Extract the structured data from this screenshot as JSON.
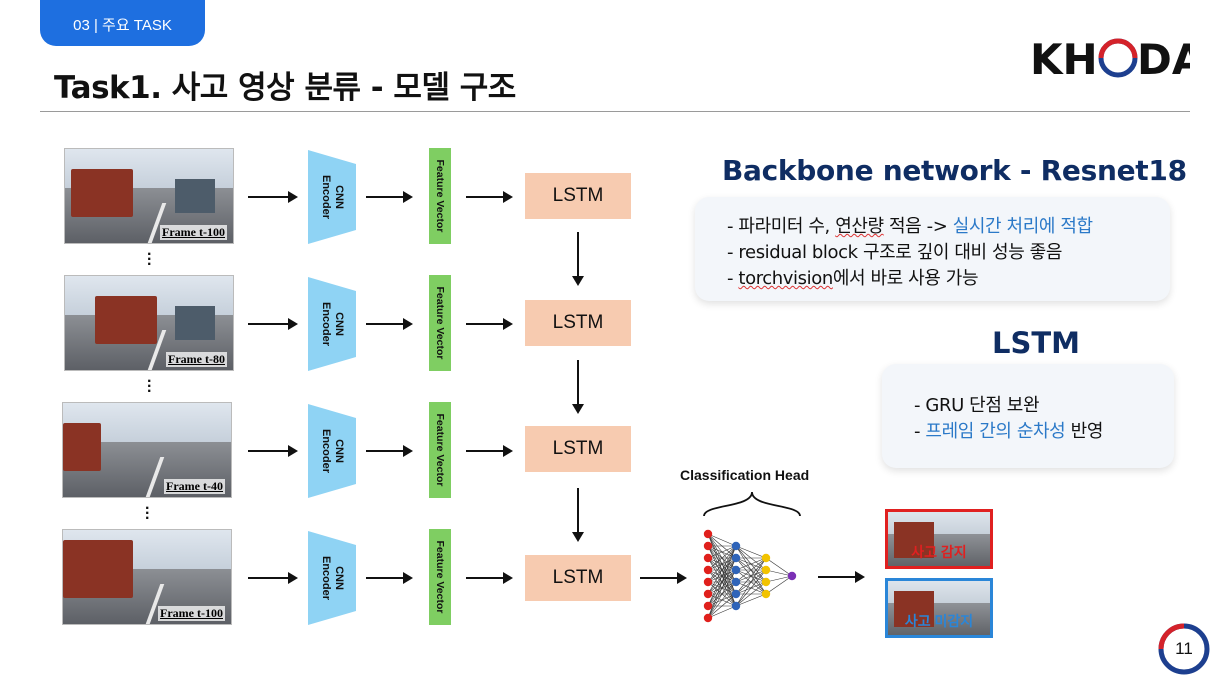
{
  "header": {
    "section_tab": "03 | 주요 TASK",
    "title": "Task1. 사고 영상 분류 - 모델 구조",
    "logo": "KHUDA"
  },
  "pipeline": {
    "frames": [
      "Frame t-100",
      "Frame t-80",
      "Frame t-40",
      "Frame t-100"
    ],
    "encoder_label": "CNN\nEncoder",
    "feature_label": "Feature Vector",
    "lstm_label": "LSTM",
    "classification_head": "Classification Head",
    "results": {
      "detected": "사고 감지",
      "not_detected": "사고 미감지"
    }
  },
  "backbone": {
    "title": "Backbone network - Resnet18",
    "line1_prefix": "- 파라미터 수, ",
    "line1_squiggle": "연산량",
    "line1_mid": " 적음 -> ",
    "line1_highlight": "실시간 처리에 적합",
    "line2": "- residual block 구조로 깊이 대비 성능 좋음",
    "line3_prefix": "- ",
    "line3_squiggle": "torchvision",
    "line3_suffix": "에서 바로 사용 가능"
  },
  "lstm_section": {
    "title": "LSTM",
    "line1": "- GRU 단점 보완",
    "line2_prefix": "- ",
    "line2_highlight": "프레임 간의 순차성",
    "line2_suffix": " 반영"
  },
  "page_number": "11",
  "colors": {
    "accent_blue": "#1e6fe0",
    "navy": "#0f2d63",
    "encoder": "#8fd3f4",
    "feature": "#7fce62",
    "lstm": "#f7cbb0",
    "alert_red": "#e02020",
    "safe_blue": "#2a86d8"
  }
}
